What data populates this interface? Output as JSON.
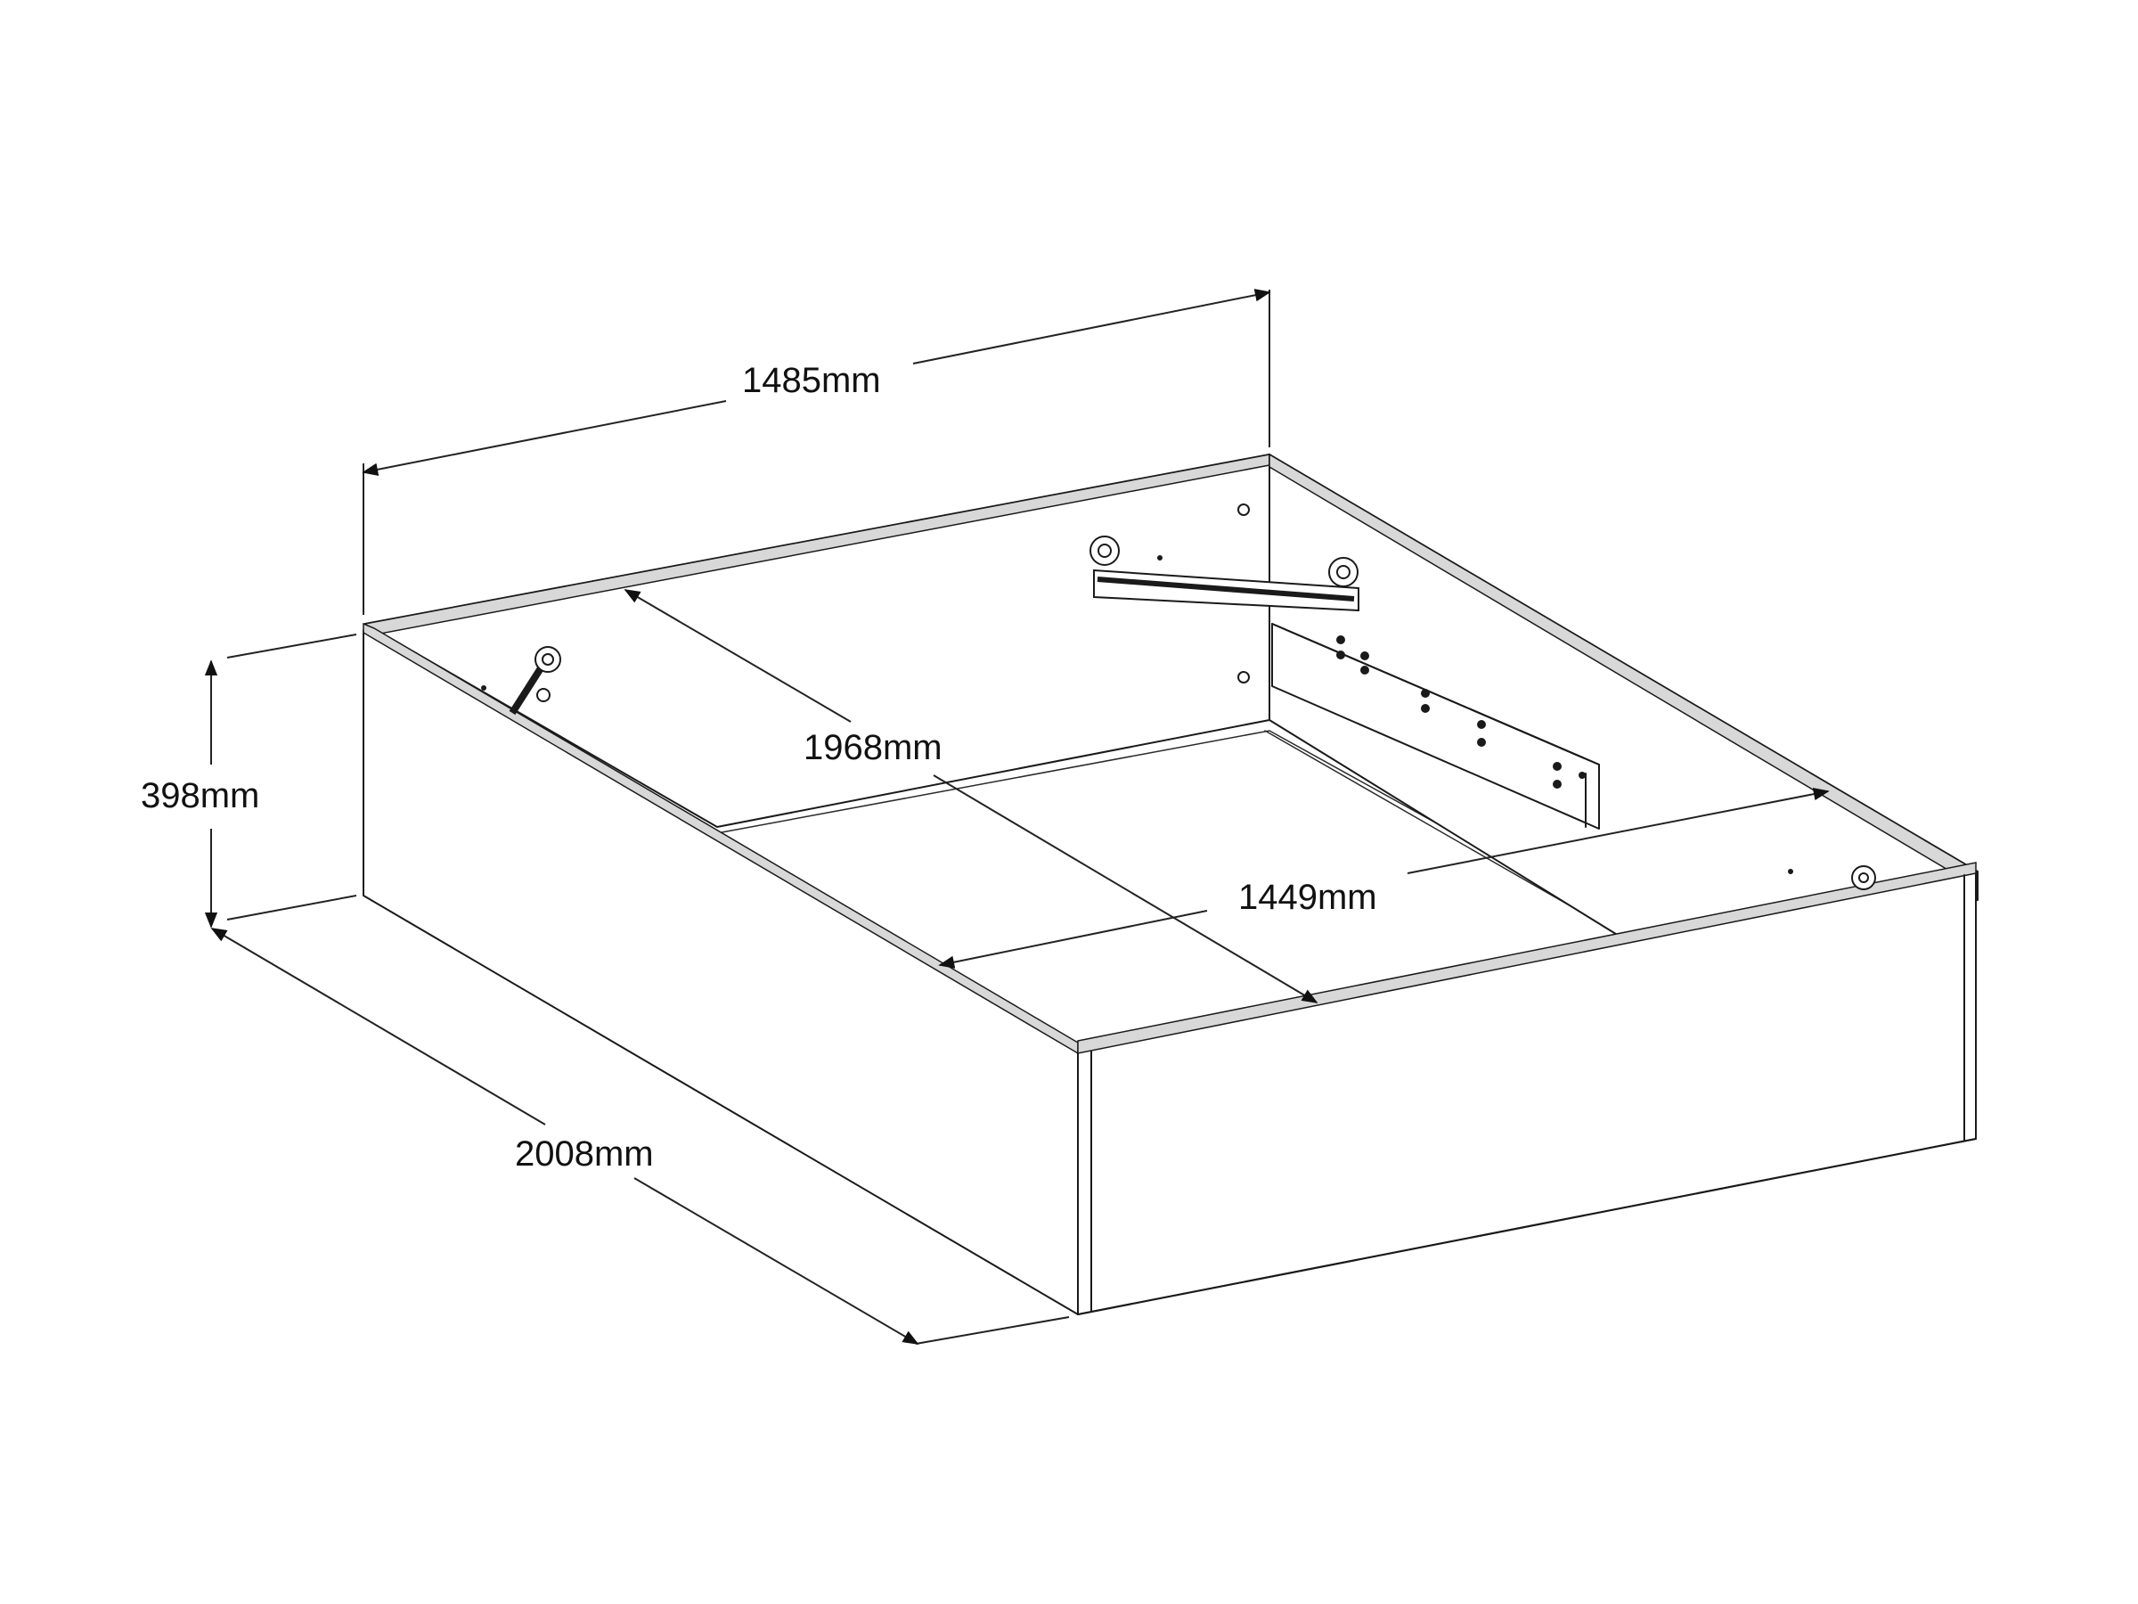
{
  "dimensions": {
    "width_label": "1485mm",
    "height_label": "398mm",
    "length_label": "2008mm",
    "inner_length_label": "1968mm",
    "inner_width_label": "1449mm"
  },
  "colors": {
    "line": "#1a1a1a",
    "background": "#ffffff",
    "panel_edge": "#d8d8d8"
  }
}
